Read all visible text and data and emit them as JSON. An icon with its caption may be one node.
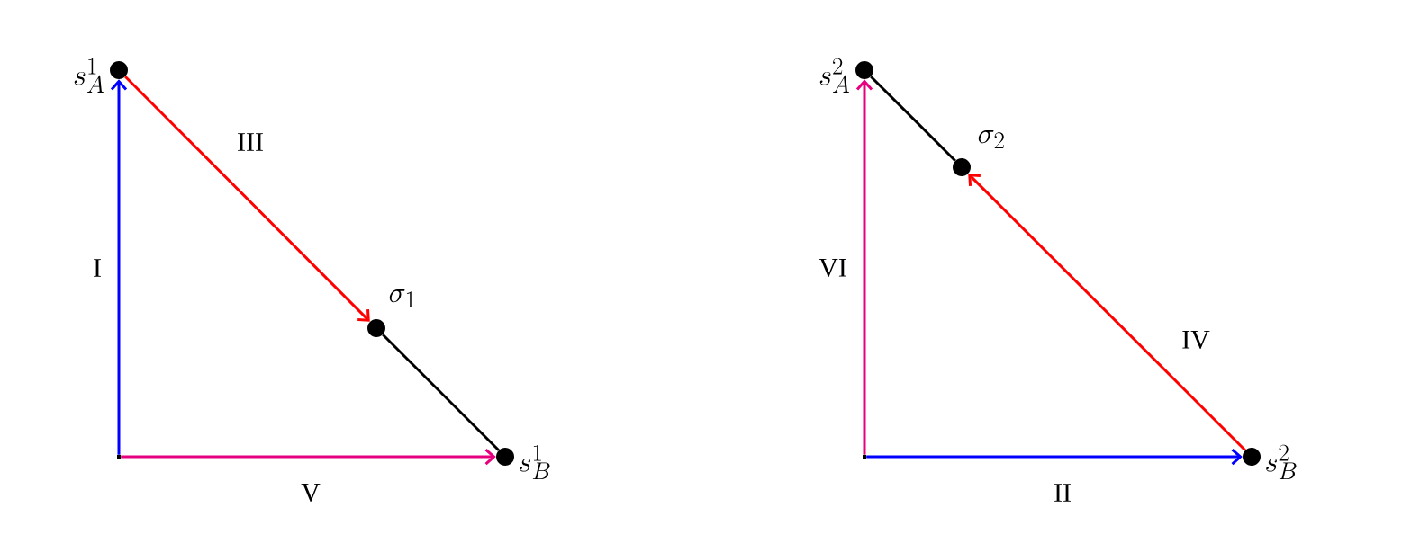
{
  "diagram": {
    "nodes": [
      {
        "text": [
          "s_A^1"
        ]
      },
      {
        "text": [],
        "shape": "point"
      },
      {
        "text": [
          "\\sigma_1"
        ]
      },
      {
        "text": [
          "s_B^1"
        ]
      },
      {
        "text": [
          "s_A^2"
        ]
      },
      {
        "text": [],
        "shape": "point"
      },
      {
        "text": [
          "\\sigma_2"
        ]
      },
      {
        "text": [
          "s_B^2"
        ]
      }
    ],
    "edges": [
      {
        "from": 1,
        "to": 0,
        "arrow": "to",
        "label": "I",
        "color": "#0000ff"
      },
      {
        "from": 0,
        "to": 2,
        "arrow": "to",
        "label": "III",
        "color": "#ff0000"
      },
      {
        "from": 2,
        "to": 3,
        "arrow": "none",
        "color": "#000000"
      },
      {
        "from": 1,
        "to": 3,
        "arrow": "to",
        "label": "V",
        "color": "#e6007e"
      },
      {
        "from": 5,
        "to": 4,
        "arrow": "to",
        "label": "VI",
        "color": "#e6007e"
      },
      {
        "from": 4,
        "to": 6,
        "arrow": "none",
        "color": "#000000"
      },
      {
        "from": 7,
        "to": 6,
        "arrow": "to",
        "label": "IV",
        "color": "#ff0000"
      },
      {
        "from": 5,
        "to": 7,
        "arrow": "to",
        "label": "II",
        "color": "#0000ff"
      }
    ]
  }
}
